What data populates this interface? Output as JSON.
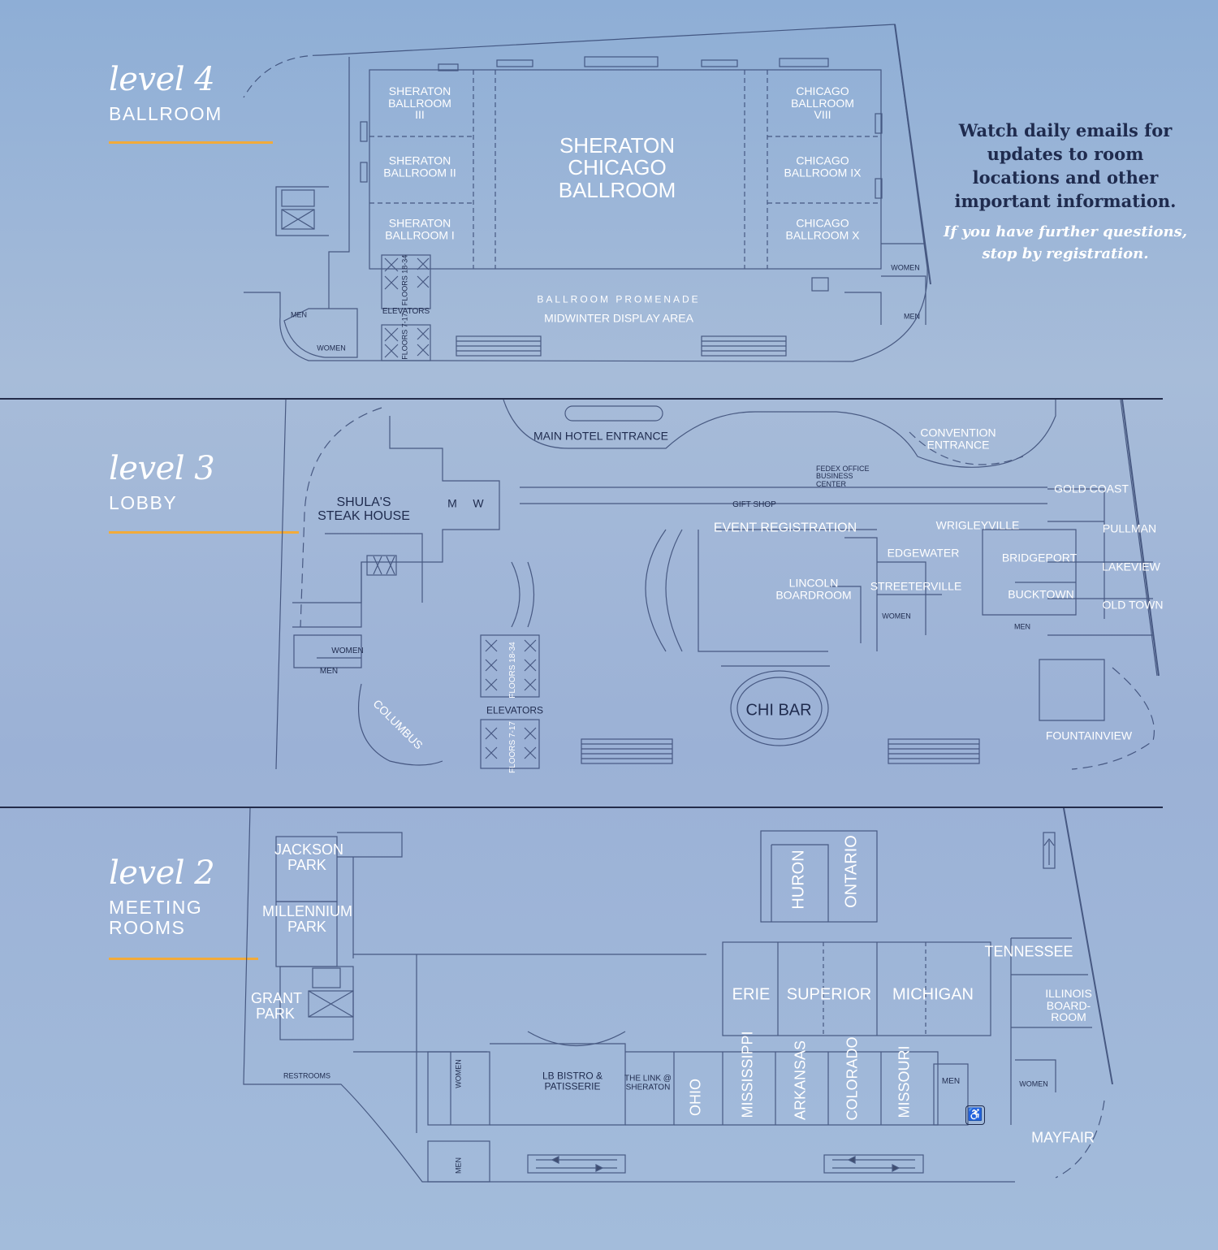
{
  "notice": {
    "main": "Watch daily emails for updates to room locations and other important information.",
    "sub": "If you have further questions, stop by registration."
  },
  "colors": {
    "accent": "#f2ab3a",
    "line": "#232c4a",
    "background": "#9db5d8"
  },
  "level4": {
    "title": "level 4",
    "subtitle": "BALLROOM",
    "rooms": {
      "ballroom_iii": "SHERATON BALLROOM III",
      "ballroom_ii": "SHERATON BALLROOM II",
      "ballroom_i": "SHERATON BALLROOM I",
      "main": "SHERATON CHICAGO BALLROOM",
      "viii": "CHICAGO BALLROOM VIII",
      "ix": "CHICAGO BALLROOM IX",
      "x": "CHICAGO BALLROOM X",
      "promenade": "BALLROOM PROMENADE",
      "display": "MIDWINTER DISPLAY AREA",
      "elevators": "ELEVATORS",
      "floors_high": "FLOORS 18-34",
      "floors_low": "FLOORS 7-17",
      "men_left": "MEN",
      "women_left": "WOMEN",
      "women_right": "WOMEN",
      "men_right": "MEN"
    }
  },
  "level3": {
    "title": "level 3",
    "subtitle": "LOBBY",
    "rooms": {
      "main_entrance": "MAIN HOTEL ENTRANCE",
      "convention_entrance": "CONVENTION ENTRANCE",
      "shulas": "SHULA'S STEAK HOUSE",
      "m": "M",
      "w": "W",
      "fedex": "FEDEX OFFICE BUSINESS CENTER",
      "gift_shop": "GIFT SHOP",
      "event_registration": "EVENT REGISTRATION",
      "gold_coast": "GOLD COAST",
      "wrigleyville": "WRIGLEYVILLE",
      "edgewater": "EDGEWATER",
      "pullman": "PULLMAN",
      "bridgeport": "BRIDGEPORT",
      "lakeview": "LAKEVIEW",
      "lincoln": "LINCOLN BOARDROOM",
      "streeterville": "STREETERVILLE",
      "bucktown": "BUCKTOWN",
      "old_town": "OLD TOWN",
      "women_mid": "WOMEN",
      "men_right": "MEN",
      "women_left": "WOMEN",
      "men_left": "MEN",
      "columbus": "COLUMBUS",
      "floors_high": "FLOORS 18-34",
      "elevators": "ELEVATORS",
      "floors_low": "FLOORS 7-17",
      "chi_bar": "CHI BAR",
      "fountainview": "FOUNTAINVIEW"
    }
  },
  "level2": {
    "title": "level 2",
    "subtitle": "MEETING ROOMS",
    "rooms": {
      "jackson": "JACKSON PARK",
      "millennium": "MILLENNIUM PARK",
      "grant": "GRANT PARK",
      "restrooms": "RESTROOMS",
      "women_left": "WOMEN",
      "men_left": "MEN",
      "lb_bistro": "LB BISTRO & PATISSERIE",
      "the_link": "THE LINK @ SHERATON",
      "ohio": "OHIO",
      "mississippi": "MISSISSIPPI",
      "arkansas": "ARKANSAS",
      "colorado": "COLORADO",
      "missouri": "MISSOURI",
      "men_mid": "MEN",
      "huron": "HURON",
      "ontario": "ONTARIO",
      "erie": "ERIE",
      "superior": "SUPERIOR",
      "michigan": "MICHIGAN",
      "tennessee": "TENNESSEE",
      "illinois": "ILLINOIS BOARD- ROOM",
      "women_right": "WOMEN",
      "mayfair": "MAYFAIR",
      "accessible": "accessible-icon"
    }
  }
}
